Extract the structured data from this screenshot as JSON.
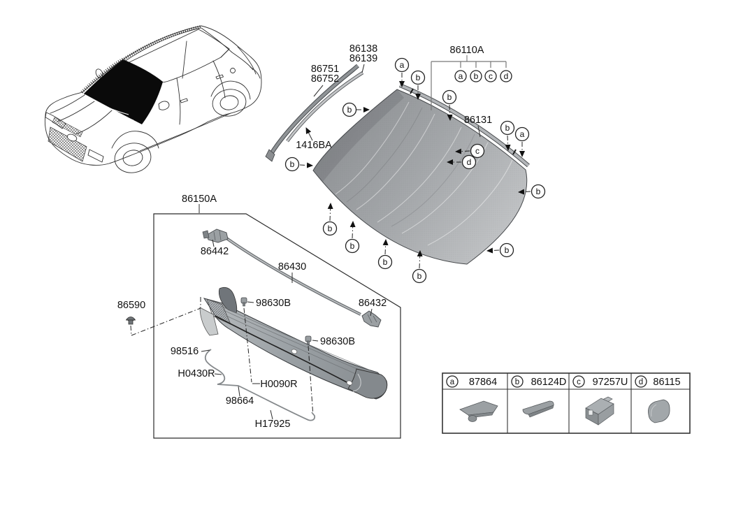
{
  "callouts": {
    "a": "a",
    "b": "b",
    "c": "c",
    "d": "d"
  },
  "windshield": {
    "assembly_label": "86110A",
    "glass_moulding_label": "86131",
    "upper_moulding_labels": [
      "86138",
      "86139"
    ],
    "side_moulding_labels": [
      "86751",
      "86752"
    ],
    "tape_label": "1416BA"
  },
  "cowl": {
    "assembly_label": "86150A",
    "clip_left_label": "86442",
    "weatherstrip_label": "86430",
    "clip_right_label": "86432",
    "clip_label": "98630B",
    "fastener_label": "86590",
    "hose_labels": [
      "98516",
      "H0430R",
      "H0090R",
      "98664",
      "H17925"
    ]
  },
  "legend": {
    "items": [
      {
        "letter": "a",
        "part_number": "87864"
      },
      {
        "letter": "b",
        "part_number": "86124D"
      },
      {
        "letter": "c",
        "part_number": "97257U"
      },
      {
        "letter": "d",
        "part_number": "86115"
      }
    ]
  },
  "colors": {
    "line": "#2b2b2b",
    "glass_dark": "#8c8f92",
    "glass_light": "#c6c8ca",
    "part_gray": "#9ba0a3"
  }
}
